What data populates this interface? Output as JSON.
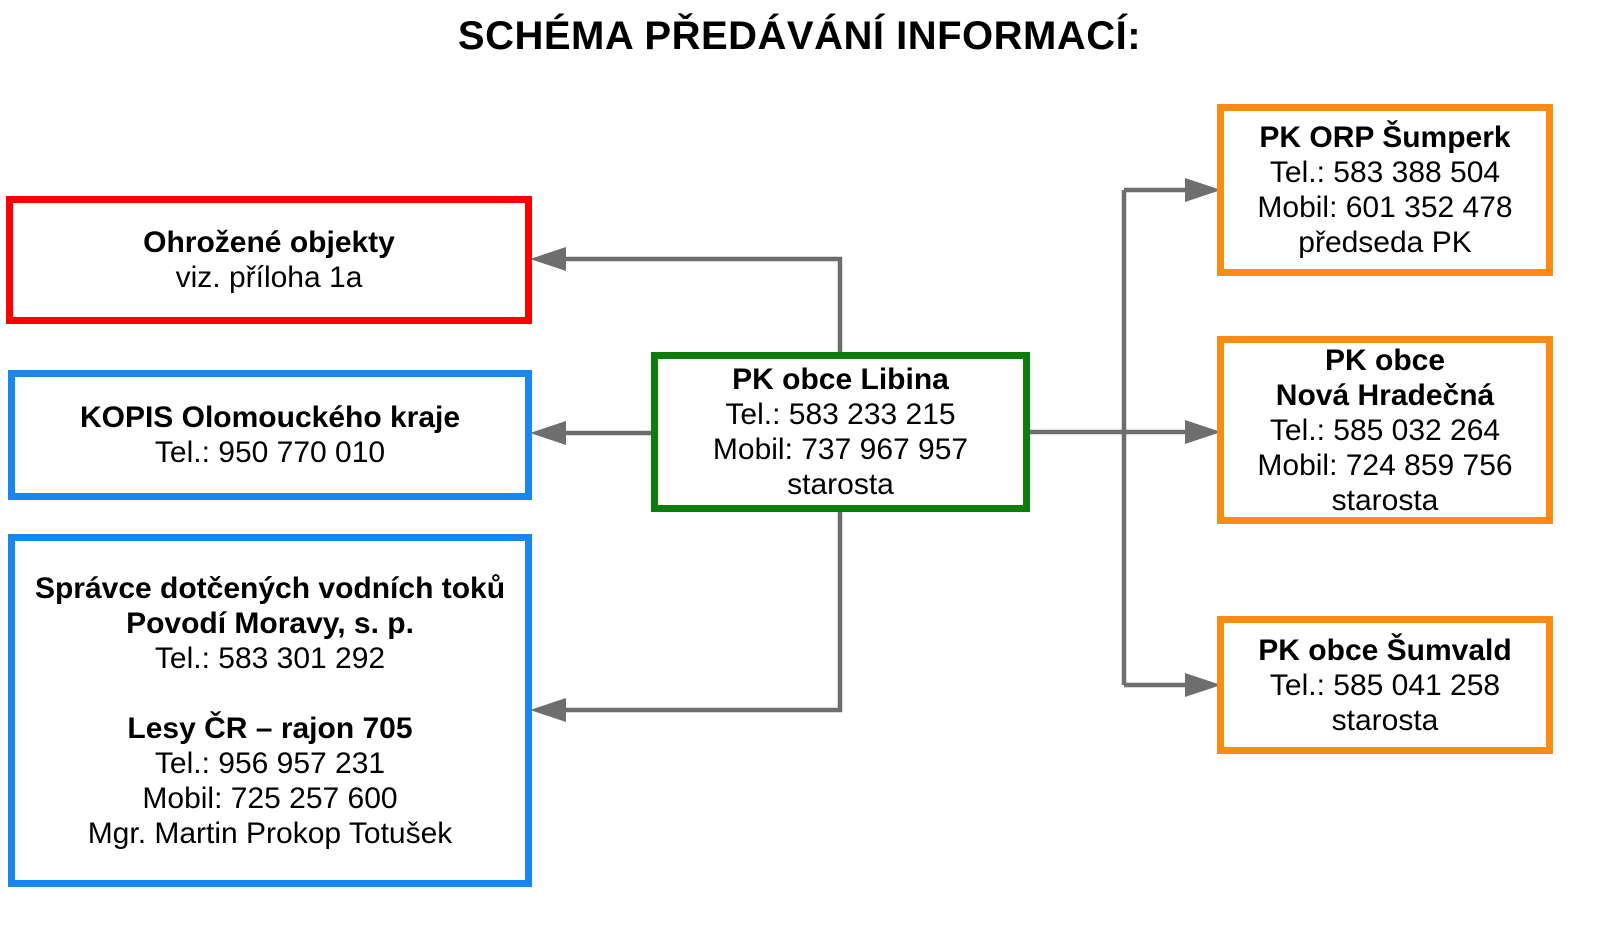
{
  "title": "SCHÉMA PŘEDÁVÁNÍ INFORMACÍ:",
  "colors": {
    "connector": "#6e6e6e",
    "red_border": "#ff0000",
    "blue_border": "#1a86f0",
    "green_border": "#0a7d0a",
    "orange_border": "#fa8c14"
  },
  "center": {
    "name": "PK obce Libina",
    "tel": "Tel.: 583 233 215",
    "mobil": "Mobil: 737 967 957",
    "role": "starosta"
  },
  "left": {
    "threatened": {
      "name": "Ohrožené objekty",
      "note": "viz. příloha 1a"
    },
    "kopis": {
      "name": "KOPIS Olomouckého kraje",
      "tel": "Tel.: 950 770 010"
    },
    "water": {
      "name_line1": "Správce dotčených vodních toků",
      "name_line2": "Povodí Moravy, s. p.",
      "tel": "Tel.: 583 301 292",
      "forest_name": "Lesy ČR – rajon 705",
      "forest_tel": "Tel.: 956 957 231",
      "forest_mobil": "Mobil: 725 257 600",
      "forest_person": "Mgr. Martin Prokop Totušek"
    }
  },
  "right": {
    "sumperk": {
      "name": "PK ORP Šumperk",
      "tel": "Tel.: 583 388 504",
      "mobil": "Mobil: 601 352 478",
      "role": "předseda PK"
    },
    "nova": {
      "name_line1": "PK obce",
      "name_line2": "Nová Hradečná",
      "tel": "Tel.: 585 032 264",
      "mobil": "Mobil: 724 859 756",
      "role": "starosta"
    },
    "sumvald": {
      "name": "PK obce Šumvald",
      "tel": "Tel.: 585 041 258",
      "role": "starosta"
    }
  }
}
